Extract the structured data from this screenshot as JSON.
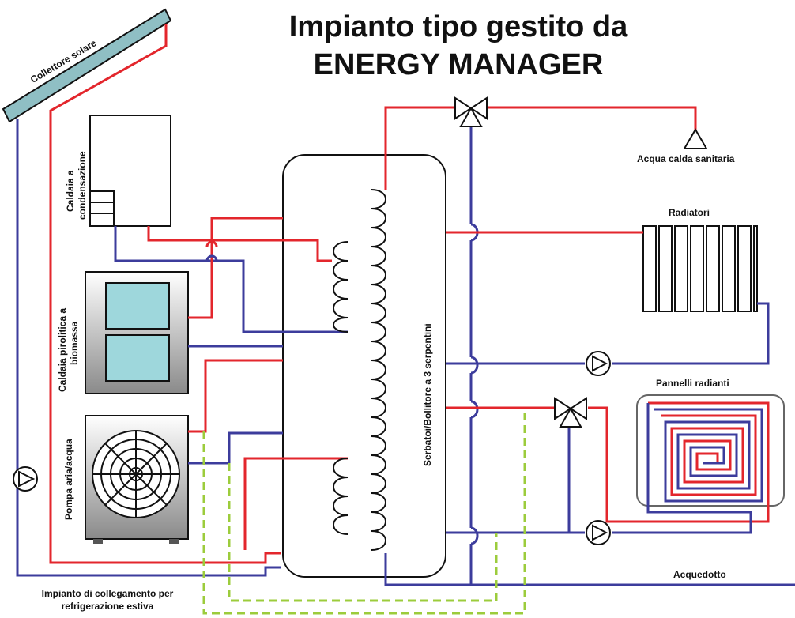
{
  "title": {
    "line1": "Impianto tipo gestito da",
    "line2": "ENERGY MANAGER"
  },
  "labels": {
    "solar_collector": "Collettore solare",
    "condensing_boiler_line1": "Caldaia a",
    "condensing_boiler_line2": "condensazione",
    "pyrolytic_boiler_line1": "Caldaia pirolitica a",
    "pyrolytic_boiler_line2": "biomassa",
    "heat_pump": "Pompa aria/acqua",
    "tank": "Serbatoi/Bollitore a 3 serpentini",
    "hot_water": "Acqua calda sanitaria",
    "radiators": "Radiatori",
    "radiant_panels": "Pannelli radianti",
    "aqueduct": "Acquedotto",
    "summer_cooling_line1": "Impianto di collegamento per",
    "summer_cooling_line2": "refrigerazione estiva"
  },
  "colors": {
    "hot_pipe": "#e3262c",
    "cold_pipe": "#3c3c9c",
    "cooling_link": "#9ccc3c",
    "solar_panel": "#8fbfc4",
    "boiler_window": "#9ed7dc"
  }
}
